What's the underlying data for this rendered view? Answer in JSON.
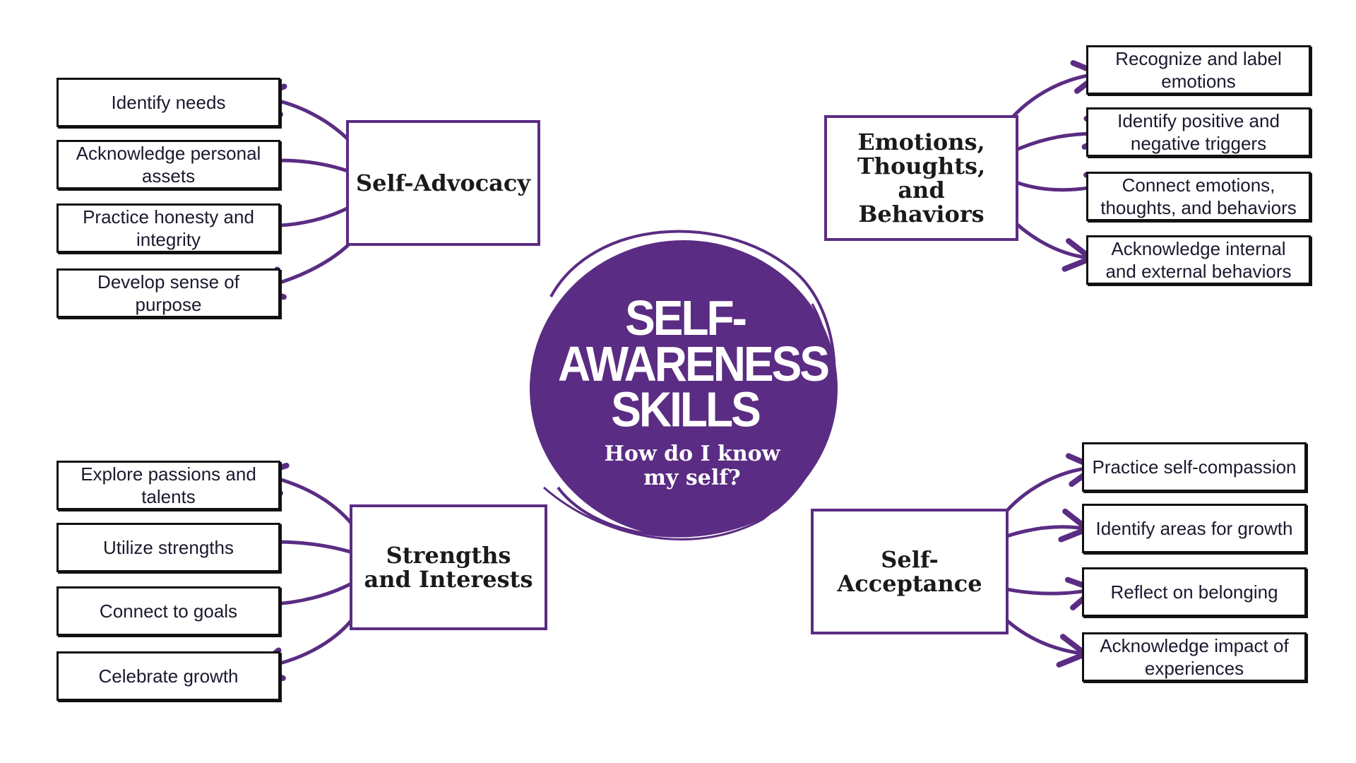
{
  "center": {
    "title": "SELF-AWARENESS SKILLS",
    "subtitle": "How do I know my self?"
  },
  "colors": {
    "accent": "#5b2c83",
    "leaf_border": "#111111",
    "text": "#1a1a2e"
  },
  "categories": {
    "self_advocacy": {
      "label": "Self-Advocacy",
      "items": [
        "Identify needs",
        "Acknowledge personal assets",
        "Practice honesty and integrity",
        "Develop sense of purpose"
      ]
    },
    "emotions": {
      "label": "Emotions, Thoughts, and Behaviors",
      "items": [
        "Recognize and label emotions",
        "Identify positive and negative triggers",
        "Connect emotions, thoughts, and behaviors",
        "Acknowledge internal and external behaviors"
      ]
    },
    "strengths": {
      "label": "Strengths and Interests",
      "items": [
        "Explore passions and talents",
        "Utilize strengths",
        "Connect to goals",
        "Celebrate growth"
      ]
    },
    "self_acceptance": {
      "label": "Self-Acceptance",
      "items": [
        "Practice self-compassion",
        "Identify areas for growth",
        "Reflect on belonging",
        "Acknowledge impact of experiences"
      ]
    }
  }
}
